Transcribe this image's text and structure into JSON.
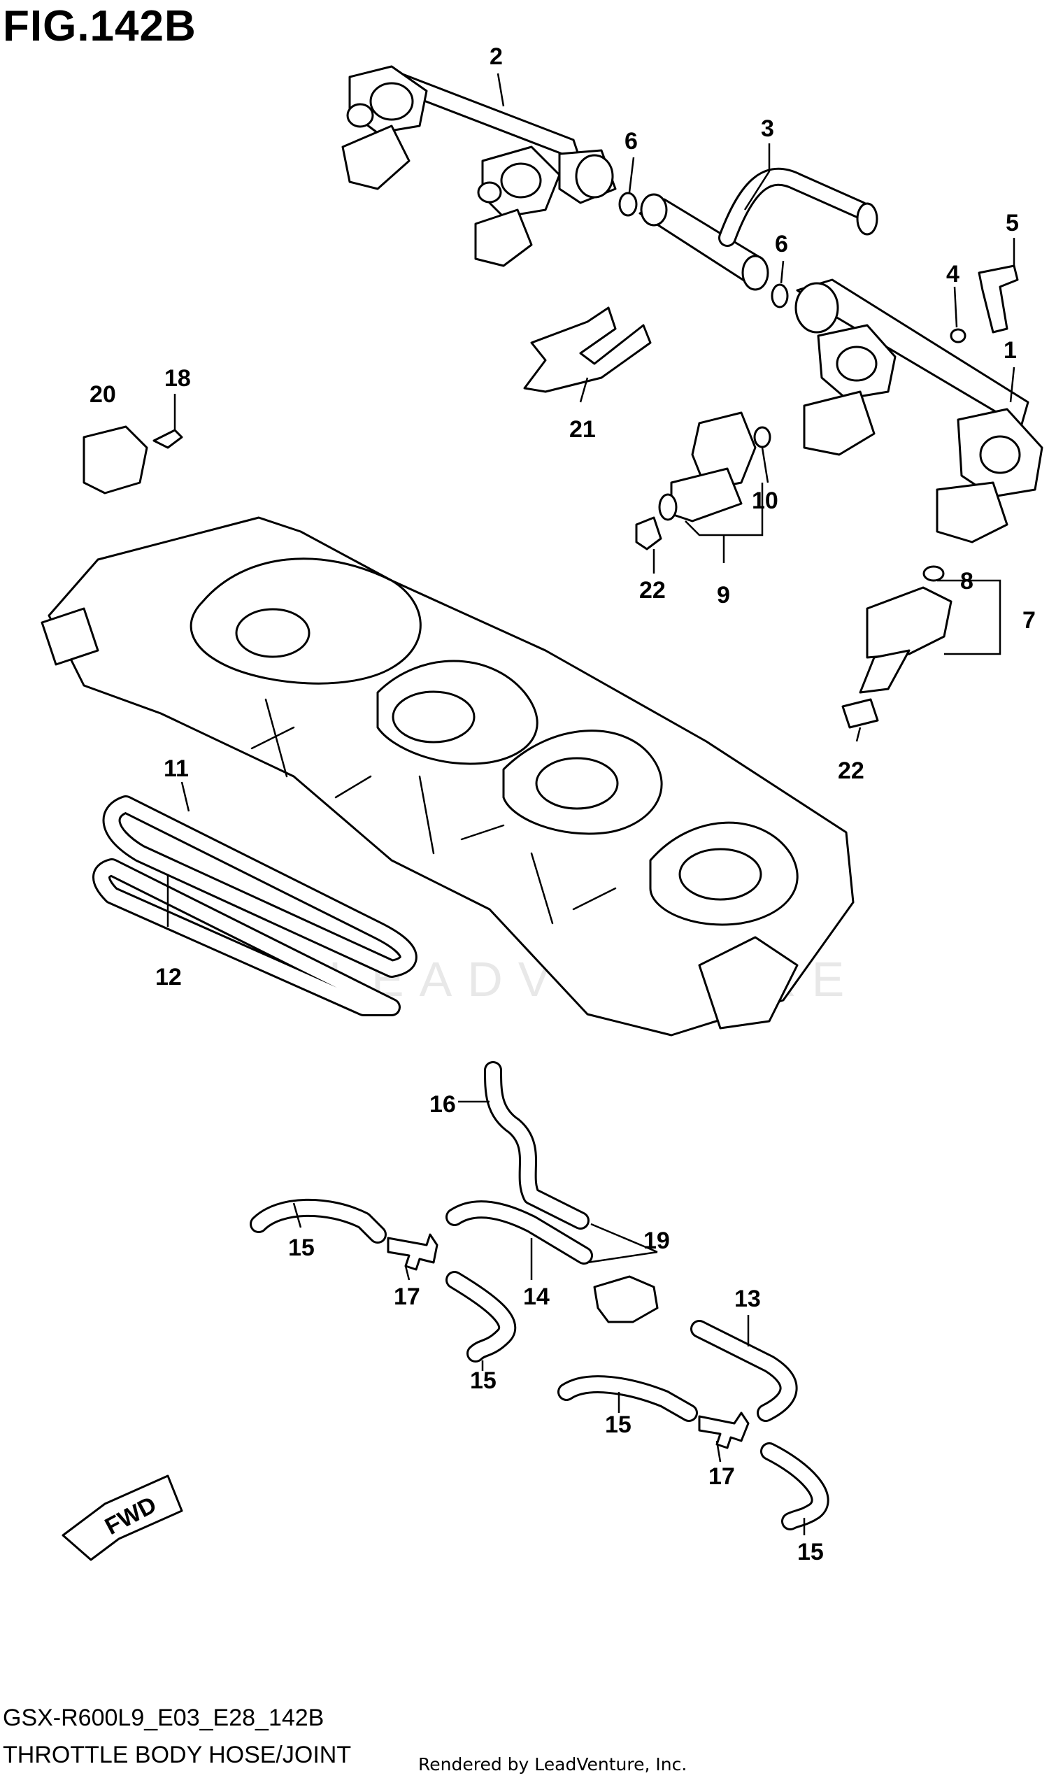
{
  "figure": {
    "title": "FIG.142B",
    "code": "GSX-R600L9_E03_E28_142B",
    "subtitle": "THROTTLE BODY HOSE/JOINT",
    "watermark": "LEADVENTURE",
    "rendered_by": "Rendered by LeadVenture, Inc.",
    "fwd_label": "FWD"
  },
  "callouts": {
    "c1": "1",
    "c2": "2",
    "c3": "3",
    "c4": "4",
    "c5": "5",
    "c6a": "6",
    "c6b": "6",
    "c7": "7",
    "c8": "8",
    "c9": "9",
    "c10": "10",
    "c11": "11",
    "c12": "12",
    "c13": "13",
    "c14": "14",
    "c15a": "15",
    "c15b": "15",
    "c15c": "15",
    "c15d": "15",
    "c16": "16",
    "c17a": "17",
    "c17b": "17",
    "c18": "18",
    "c19": "19",
    "c20": "20",
    "c21": "21",
    "c22a": "22",
    "c22b": "22"
  }
}
